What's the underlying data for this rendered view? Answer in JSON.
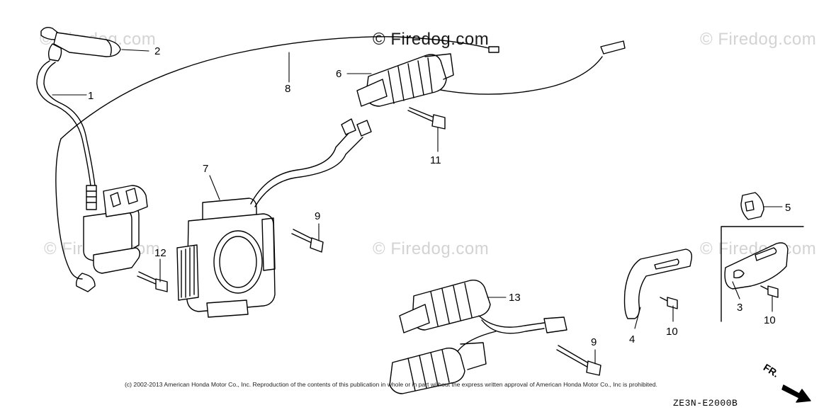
{
  "watermark": "© Firedog.com",
  "callouts": {
    "n1": "1",
    "n2": "2",
    "n3": "3",
    "n4": "4",
    "n5": "5",
    "n6": "6",
    "n7": "7",
    "n8": "8",
    "n9": "9",
    "n10": "10",
    "n11": "11",
    "n12": "12",
    "n13": "13"
  },
  "front_marker": "FR.",
  "copyright": "(c) 2002-2013 American Honda Motor Co., Inc. Reproduction of the contents of this publication in whole or in part without the express written approval of American Honda Motor Co., Inc is prohibited.",
  "diagram_code": "ZE3N-E2000B"
}
